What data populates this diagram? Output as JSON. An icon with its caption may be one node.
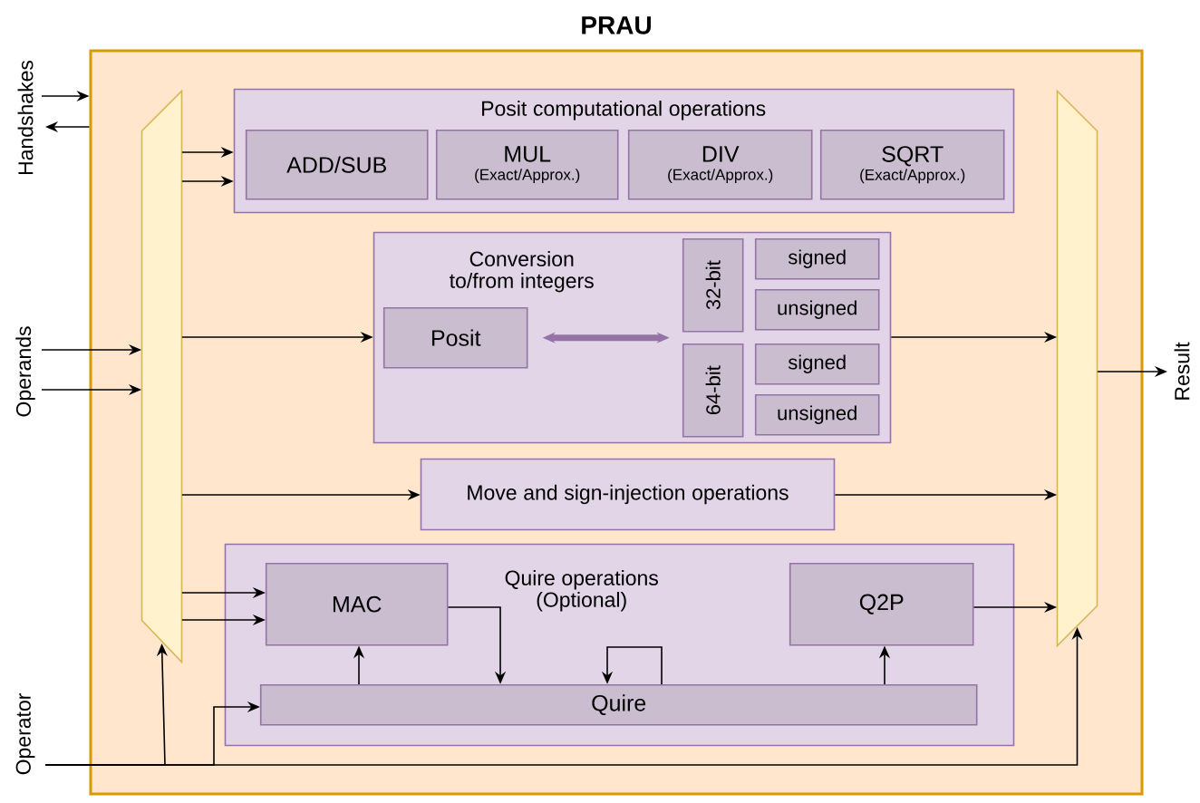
{
  "diagram": {
    "nodes": [
      {
        "text": [
          "PRAU"
        ]
      },
      {
        "text": [],
        "shape": "trapezoid",
        "in": 0
      },
      {
        "text": [
          "Posit computational operations"
        ],
        "in": 0
      },
      {
        "text": [
          "ADD/SUB"
        ],
        "in": 2
      },
      {
        "text": [
          "MUL",
          "(Exact/Approx.)"
        ],
        "in": 2
      },
      {
        "text": [
          "DIV",
          "(Exact/Approx.)"
        ],
        "in": 2
      },
      {
        "text": [
          "SQRT",
          "(Exact/Approx.)"
        ],
        "in": 2
      },
      {
        "text": [
          "Conversion to/from integers"
        ],
        "in": 0
      },
      {
        "text": [
          "Posit"
        ],
        "in": 7
      },
      {
        "text": [
          "32-bit"
        ],
        "in": 7
      },
      {
        "text": [
          "signed"
        ],
        "in": 7
      },
      {
        "text": [
          "unsigned"
        ],
        "in": 7
      },
      {
        "text": [
          "64-bit"
        ],
        "in": 7
      },
      {
        "text": [
          "signed"
        ],
        "in": 7
      },
      {
        "text": [
          "unsigned"
        ],
        "in": 7
      },
      {
        "text": [
          "Move and sign-injection operations"
        ],
        "in": 0
      },
      {
        "text": [
          "Quire operations (Optional)"
        ],
        "in": 0
      },
      {
        "text": [
          "MAC"
        ],
        "in": 16
      },
      {
        "text": [
          "Q2P"
        ],
        "in": 16
      },
      {
        "text": [
          "Quire"
        ],
        "in": 16
      },
      {
        "text": [],
        "shape": "trapezoid",
        "in": 0
      },
      {
        "text": [
          "Handshakes"
        ]
      },
      {
        "text": [
          "Operands"
        ]
      },
      {
        "text": [
          "Operator"
        ]
      },
      {
        "text": [
          "Result"
        ]
      }
    ],
    "edges": [
      {
        "from": 21,
        "to": 0,
        "arrow": "to"
      },
      {
        "from": 0,
        "to": 21,
        "arrow": "to"
      },
      {
        "from": 22,
        "to": 1,
        "arrow": "to"
      },
      {
        "from": 22,
        "to": 1,
        "arrow": "to"
      },
      {
        "from": 1,
        "to": 2,
        "arrow": "to"
      },
      {
        "from": 1,
        "to": 2,
        "arrow": "to"
      },
      {
        "from": 1,
        "to": 7,
        "arrow": "to"
      },
      {
        "from": 1,
        "to": 15,
        "arrow": "to"
      },
      {
        "from": 1,
        "to": 17,
        "arrow": "to"
      },
      {
        "from": 1,
        "to": 17,
        "arrow": "to"
      },
      {
        "from": 7,
        "to": 20,
        "arrow": "to"
      },
      {
        "from": 15,
        "to": 20,
        "arrow": "to"
      },
      {
        "from": 18,
        "to": 20,
        "arrow": "to"
      },
      {
        "from": 17,
        "to": 19,
        "arrow": "to"
      },
      {
        "from": 19,
        "to": 17,
        "arrow": "to"
      },
      {
        "from": 19,
        "to": 19,
        "arrow": "to"
      },
      {
        "from": 19,
        "to": 18,
        "arrow": "to"
      },
      {
        "from": 8,
        "to": 9,
        "arrow": "both",
        "style": "thick",
        "color": "#9673a6"
      },
      {
        "from": 23,
        "to": 1,
        "arrow": "to"
      },
      {
        "from": 23,
        "to": 19,
        "arrow": "to"
      },
      {
        "from": 23,
        "to": 20,
        "arrow": "to"
      },
      {
        "from": 20,
        "to": 24,
        "arrow": "to"
      }
    ]
  }
}
